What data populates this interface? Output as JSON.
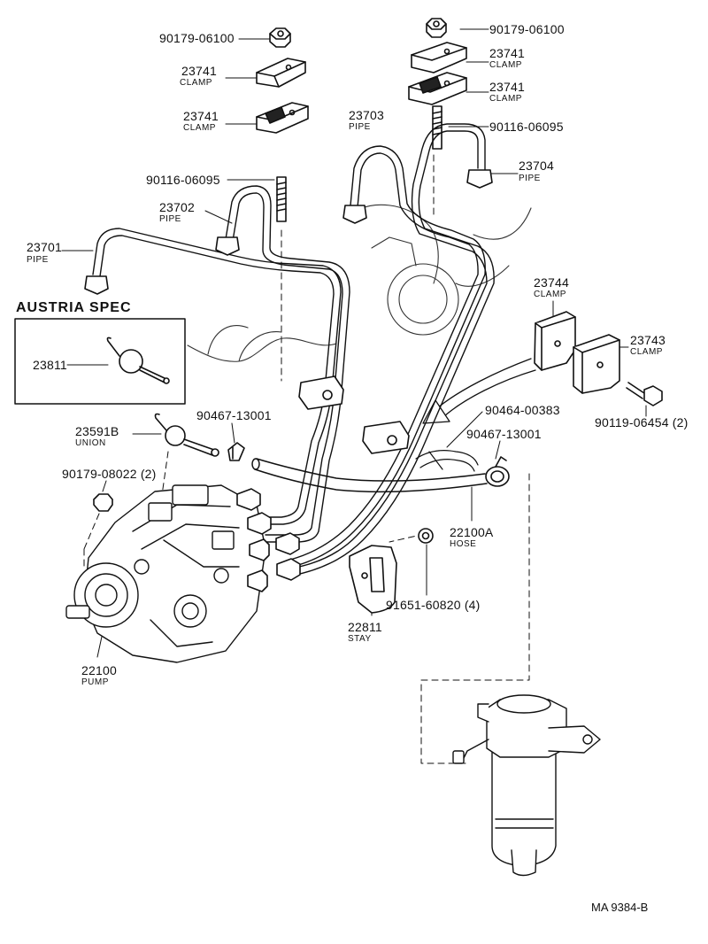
{
  "diagram": {
    "austria_spec": "AUSTRIA SPEC",
    "reference": "MA  9384-B",
    "labels": {
      "p90179_06100_a": "90179-06100",
      "p90179_06100_b": "90179-06100",
      "p23741_a": "23741",
      "p23741_a_name": "CLAMP",
      "p23741_b": "23741",
      "p23741_b_name": "CLAMP",
      "p23741_c": "23741",
      "p23741_c_name": "CLAMP",
      "p23741_d": "23741",
      "p23741_d_name": "CLAMP",
      "p23703": "23703",
      "p23703_name": "PIPE",
      "p90116_06095_a": "90116-06095",
      "p90116_06095_b": "90116-06095",
      "p23704": "23704",
      "p23704_name": "PIPE",
      "p23702": "23702",
      "p23702_name": "PIPE",
      "p23701": "23701",
      "p23701_name": "PIPE",
      "p23811": "23811",
      "p23744": "23744",
      "p23744_name": "CLAMP",
      "p23743": "23743",
      "p23743_name": "CLAMP",
      "p90119_06454": "90119-06454 (2)",
      "p90467_13001_a": "90467-13001",
      "p90464_00383": "90464-00383",
      "p90467_13001_b": "90467-13001",
      "p23591b": "23591B",
      "p23591b_name": "UNION",
      "p90179_08022": "90179-08022 (2)",
      "p22100a": "22100A",
      "p22100a_name": "HOSE",
      "p91651_60820": "91651-60820 (4)",
      "p22811": "22811",
      "p22811_name": "STAY",
      "p22100": "22100",
      "p22100_name": "PUMP"
    }
  }
}
